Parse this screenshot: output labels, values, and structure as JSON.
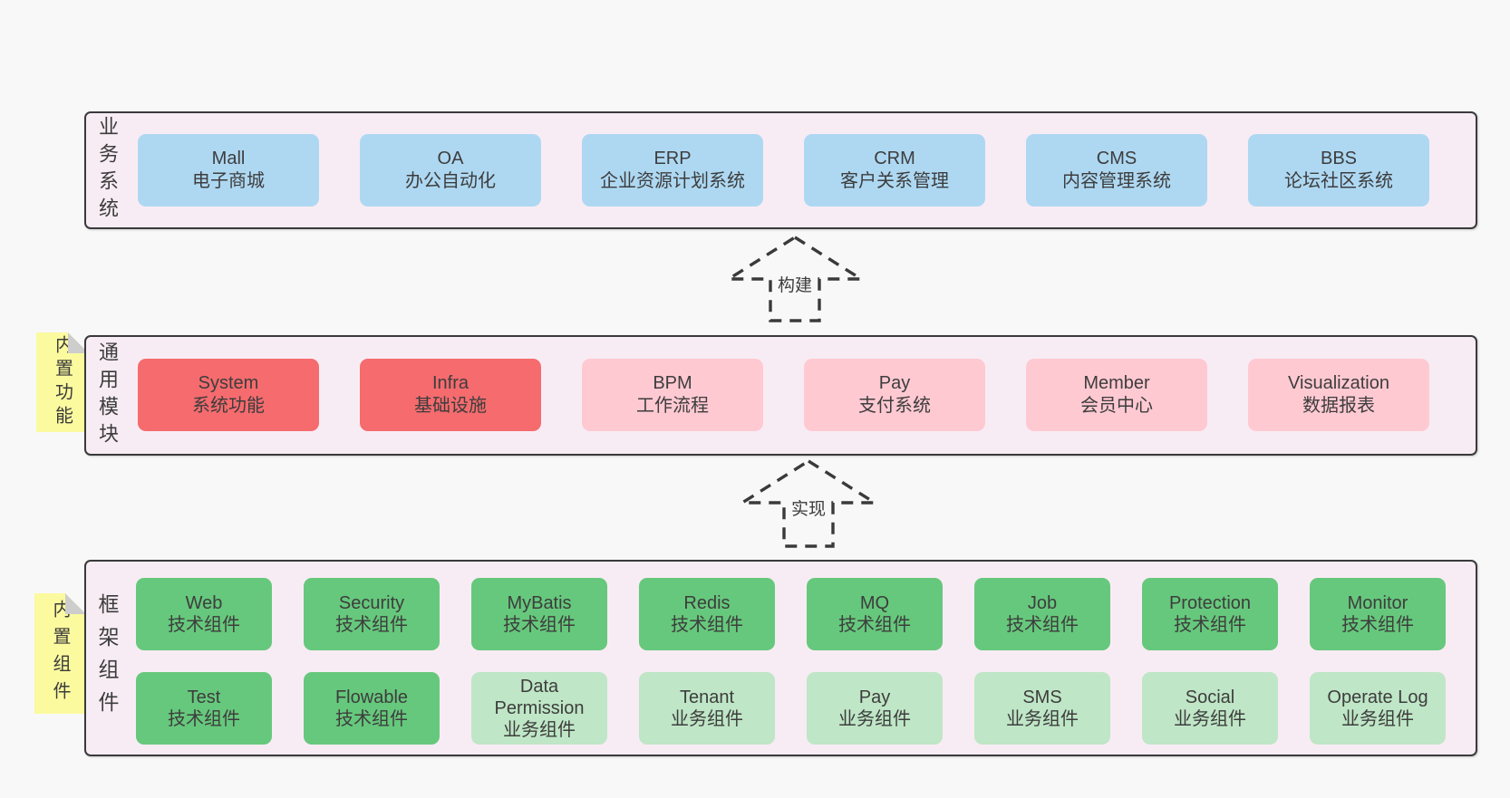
{
  "colors": {
    "page_bg": "#f8f8f8",
    "panel_bg": "#f8ecf4",
    "panel_border": "#3a3a3a",
    "box_blue": "#aed8f2",
    "box_red": "#f56b6e",
    "box_pink": "#ffc9d2",
    "box_green": "#66c87c",
    "box_light_green": "#bfe6c6",
    "sticky_yellow": "#fbfa9f",
    "text": "#3d3d3d"
  },
  "business": {
    "label": "业务系统",
    "boxes": [
      {
        "title": "Mall",
        "subtitle": "电子商城"
      },
      {
        "title": "OA",
        "subtitle": "办公自动化"
      },
      {
        "title": "ERP",
        "subtitle": "企业资源计划系统"
      },
      {
        "title": "CRM",
        "subtitle": "客户关系管理"
      },
      {
        "title": "CMS",
        "subtitle": "内容管理系统"
      },
      {
        "title": "BBS",
        "subtitle": "论坛社区系统"
      }
    ]
  },
  "arrow_build": {
    "label": "构建"
  },
  "modules": {
    "label": "通用模块",
    "sticky": "内置功能",
    "boxes": [
      {
        "title": "System",
        "subtitle": "系统功能"
      },
      {
        "title": "Infra",
        "subtitle": "基础设施"
      },
      {
        "title": "BPM",
        "subtitle": "工作流程"
      },
      {
        "title": "Pay",
        "subtitle": "支付系统"
      },
      {
        "title": "Member",
        "subtitle": "会员中心"
      },
      {
        "title": "Visualization",
        "subtitle": "数据报表"
      }
    ]
  },
  "arrow_implement": {
    "label": "实现"
  },
  "framework": {
    "label": "框架组件",
    "sticky": "内置组件",
    "row1": [
      {
        "title": "Web",
        "subtitle": "技术组件"
      },
      {
        "title": "Security",
        "subtitle": "技术组件"
      },
      {
        "title": "MyBatis",
        "subtitle": "技术组件"
      },
      {
        "title": "Redis",
        "subtitle": "技术组件"
      },
      {
        "title": "MQ",
        "subtitle": "技术组件"
      },
      {
        "title": "Job",
        "subtitle": "技术组件"
      },
      {
        "title": "Protection",
        "subtitle": "技术组件"
      },
      {
        "title": "Monitor",
        "subtitle": "技术组件"
      }
    ],
    "row2": [
      {
        "title": "Test",
        "subtitle": "技术组件"
      },
      {
        "title": "Flowable",
        "subtitle": "技术组件"
      },
      {
        "title": "Data Permission",
        "subtitle": "业务组件"
      },
      {
        "title": "Tenant",
        "subtitle": "业务组件"
      },
      {
        "title": "Pay",
        "subtitle": "业务组件"
      },
      {
        "title": "SMS",
        "subtitle": "业务组件"
      },
      {
        "title": "Social",
        "subtitle": "业务组件"
      },
      {
        "title": "Operate Log",
        "subtitle": "业务组件"
      }
    ]
  }
}
